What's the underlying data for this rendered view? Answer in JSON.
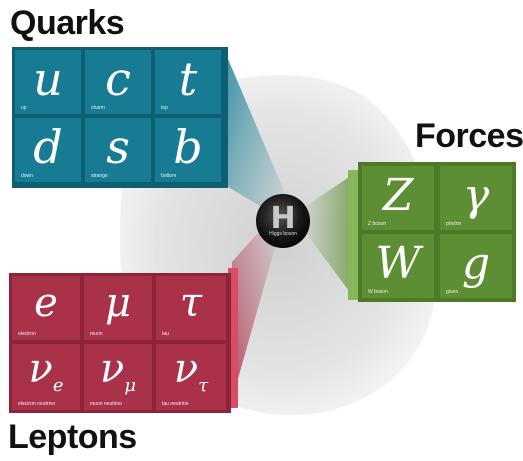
{
  "labels": {
    "quarks": "Quarks",
    "forces": "Forces",
    "leptons": "Leptons"
  },
  "higgs": {
    "symbol": "H",
    "caption": "Higgs boson"
  },
  "quarks": [
    {
      "symbol": "u",
      "caption": "up"
    },
    {
      "symbol": "c",
      "caption": "charm"
    },
    {
      "symbol": "t",
      "caption": "top"
    },
    {
      "symbol": "d",
      "caption": "down"
    },
    {
      "symbol": "s",
      "caption": "strange"
    },
    {
      "symbol": "b",
      "caption": "bottom"
    }
  ],
  "forces": [
    {
      "symbol": "Z",
      "caption": "Z boson"
    },
    {
      "symbol": "γ",
      "caption": "photon"
    },
    {
      "symbol": "W",
      "caption": "W boson"
    },
    {
      "symbol": "g",
      "caption": "gluon"
    }
  ],
  "leptons": [
    {
      "symbol": "e",
      "caption": "electron"
    },
    {
      "symbol": "μ",
      "caption": "muon"
    },
    {
      "symbol": "τ",
      "caption": "tau"
    }
  ],
  "neutrinos": [
    {
      "symbol": "ν",
      "sub": "e",
      "caption": "electron neutrino"
    },
    {
      "symbol": "ν",
      "sub": "μ",
      "caption": "muon neutrino"
    },
    {
      "symbol": "ν",
      "sub": "τ",
      "caption": "tau neutrino"
    }
  ],
  "colors": {
    "quark": "#177c93",
    "quark_side": "#0d5f72",
    "force": "#5d8e33",
    "force_side": "#87b65a",
    "lepton": "#a9324a",
    "lepton_side": "#d94c68",
    "background_blob": "#e6e6e6"
  }
}
